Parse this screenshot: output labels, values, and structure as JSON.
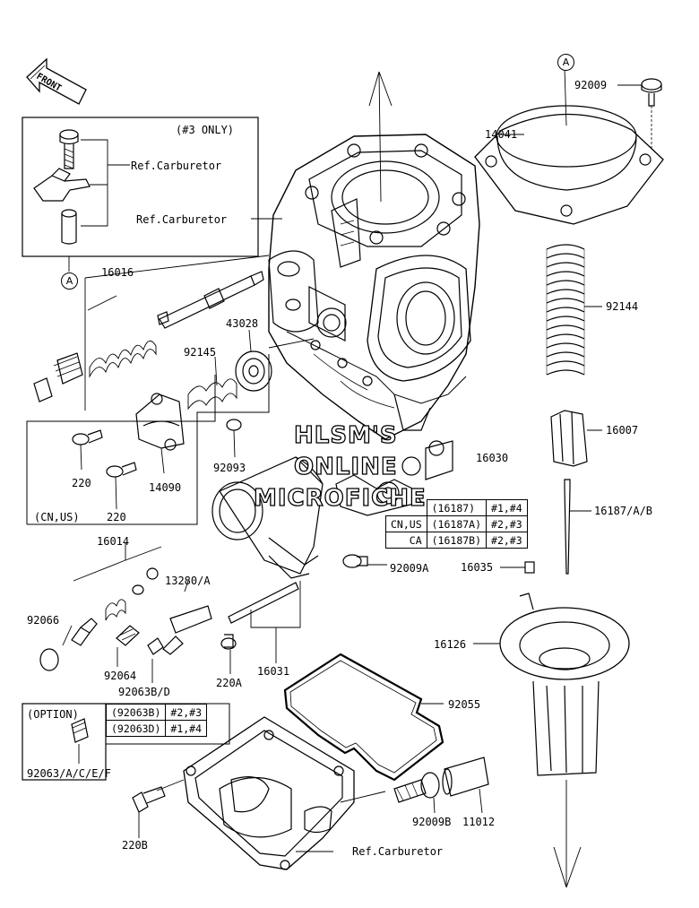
{
  "front_label": "FRONT",
  "watermark": [
    "HLSM'S",
    "ONLINE",
    "MICROFICHE"
  ],
  "ref_marker": "A",
  "parts": {
    "p92009": "92009",
    "p14041": "14041",
    "p92144": "92144",
    "p16007": "16007",
    "p16030": "16030",
    "p16187": "16187/A/B",
    "p92009A": "92009A",
    "p16035": "16035",
    "p16126": "16126",
    "p92055": "92055",
    "p92009B": "92009B",
    "p11012": "11012",
    "p220B": "220B",
    "p16016": "16016",
    "p43028": "43028",
    "p92145": "92145",
    "p92093": "92093",
    "p220a": "220",
    "p220b": "220",
    "p14090": "14090",
    "p16014": "16014",
    "p13280": "13280/A",
    "p92066": "92066",
    "p92064": "92064",
    "p92063BD": "92063B/D",
    "p220A": "220A",
    "p16031": "16031",
    "p92063ACEF": "92063/A/C/E/F"
  },
  "ref_carburetor": "Ref.Carburetor",
  "only3": "(#3 ONLY)",
  "cnus": "(CN,US)",
  "option": "(OPTION)",
  "table_16187": [
    [
      "",
      "(16187)",
      "#1,#4"
    ],
    [
      "CN,US",
      "(16187A)",
      "#2,#3"
    ],
    [
      "CA",
      "(16187B)",
      "#2,#3"
    ]
  ],
  "table_92063": [
    [
      "(92063B)",
      "#2,#3"
    ],
    [
      "(92063D)",
      "#1,#4"
    ]
  ]
}
